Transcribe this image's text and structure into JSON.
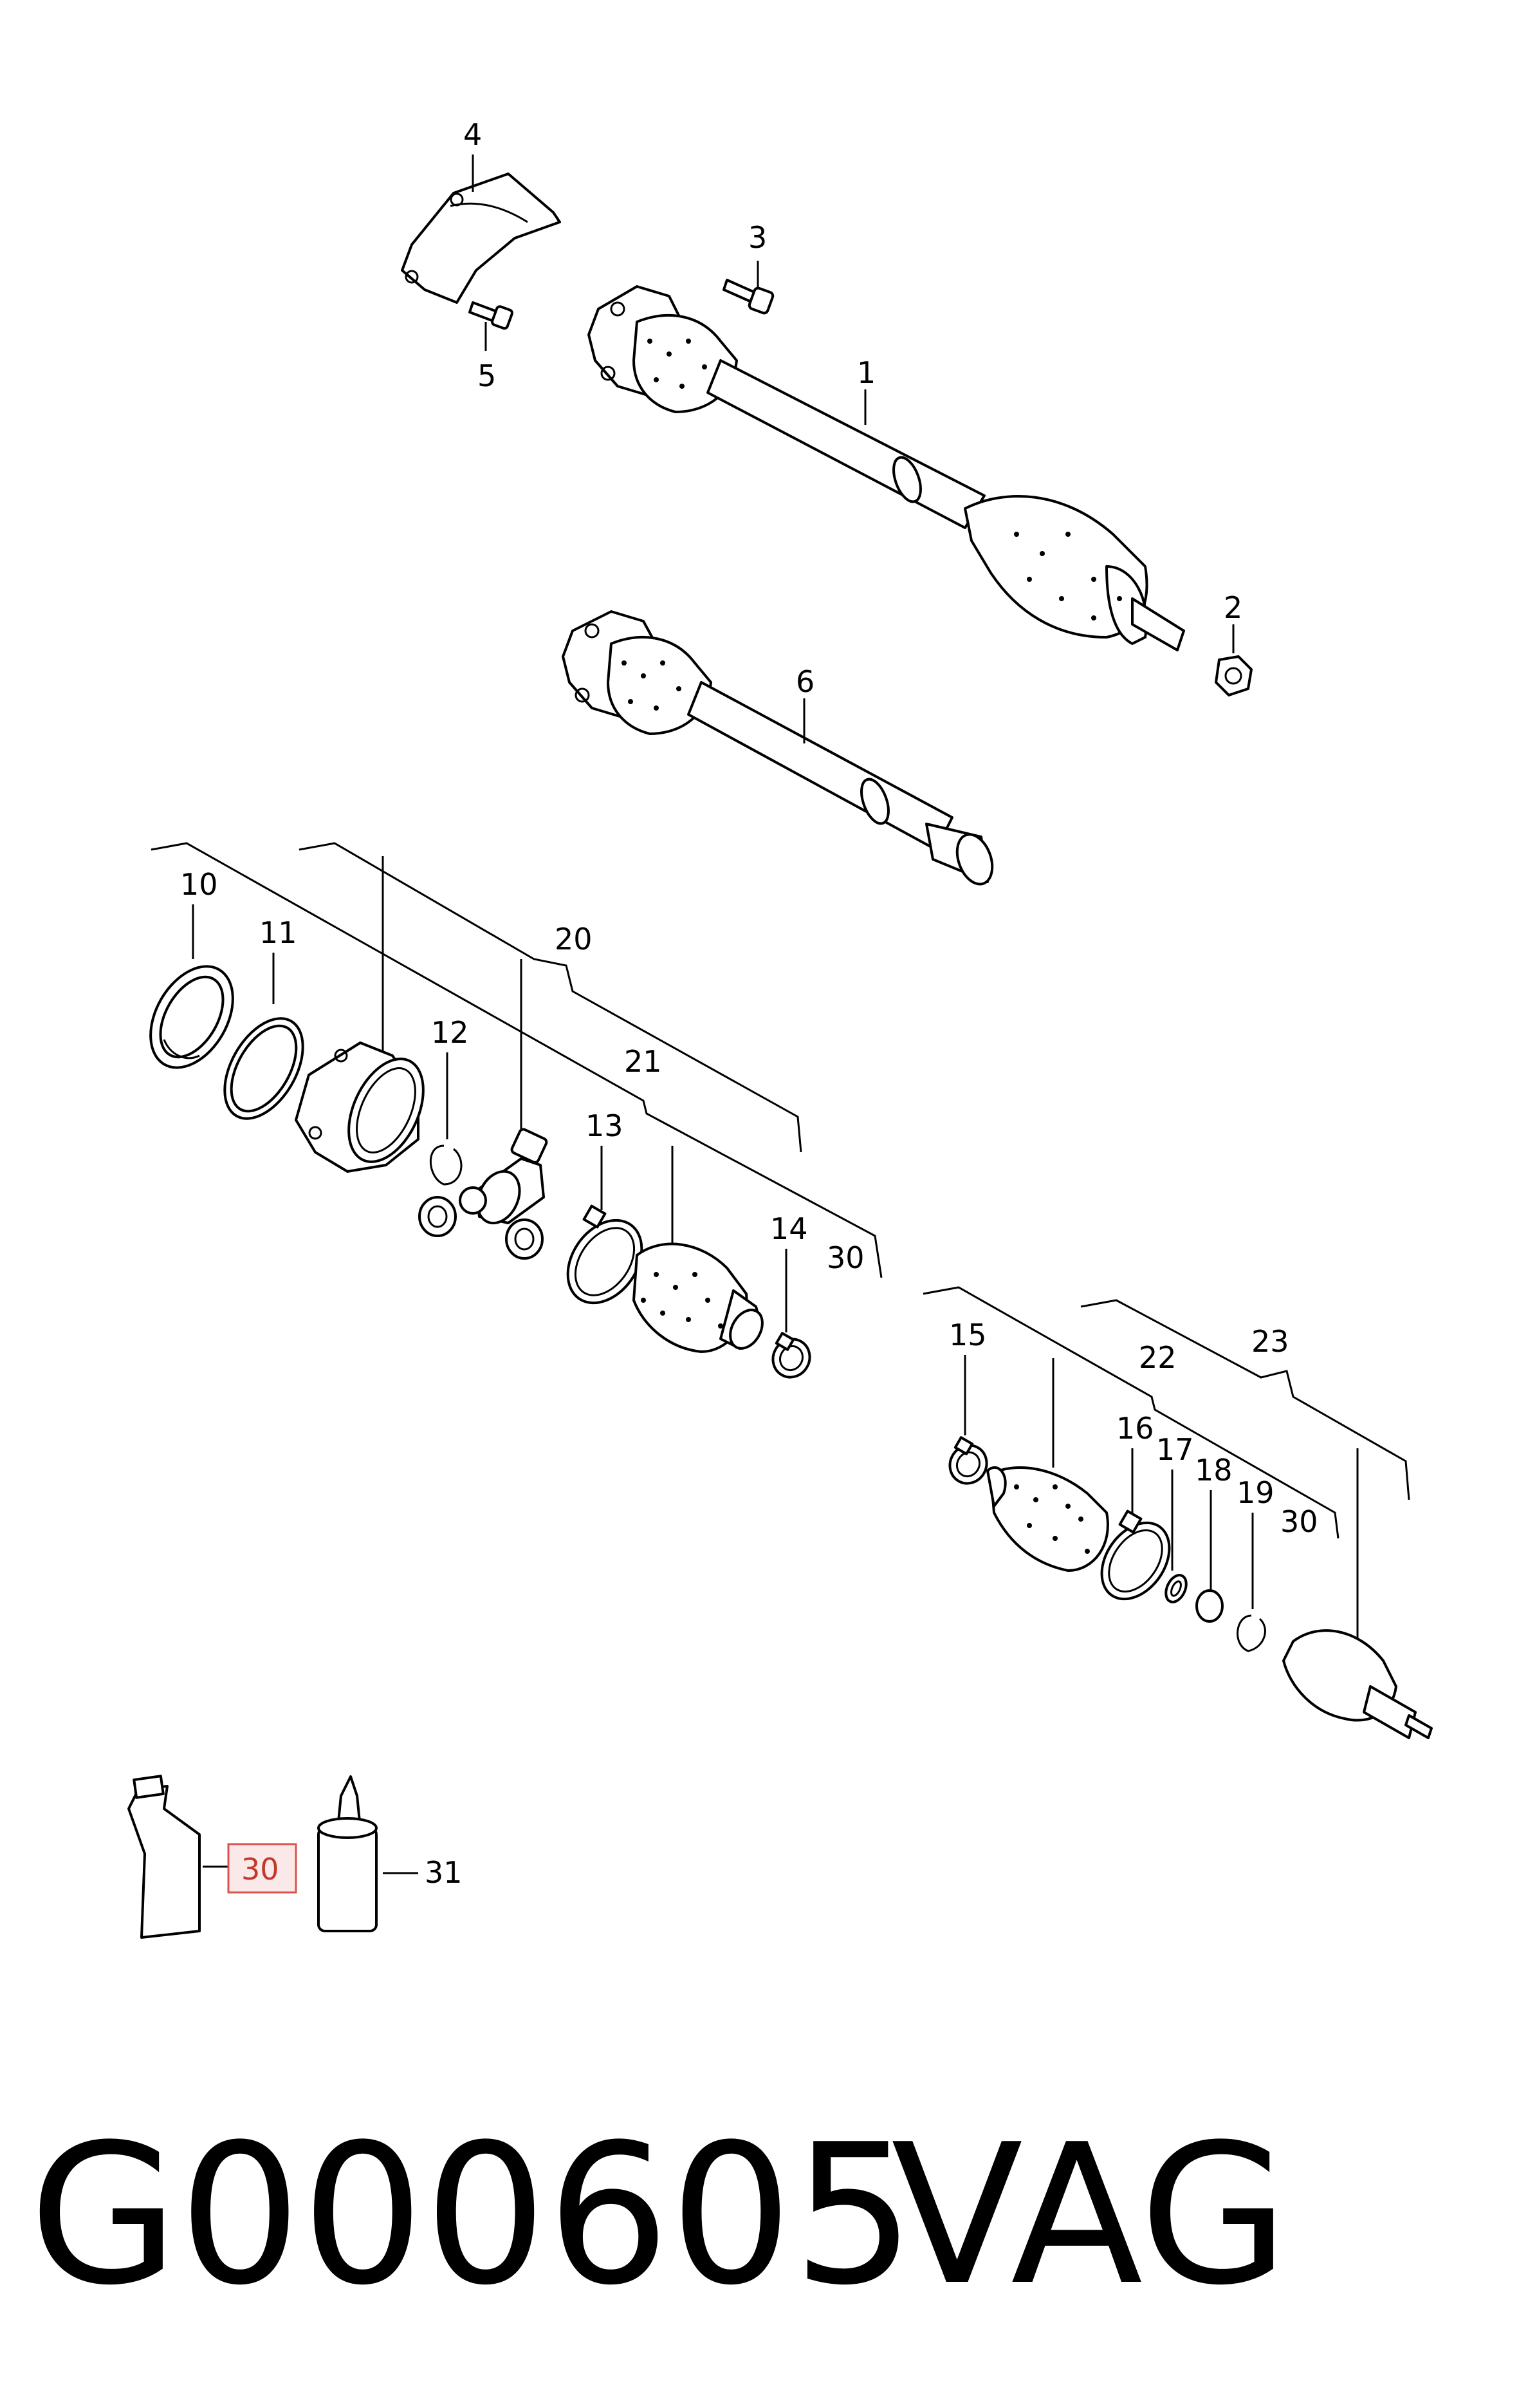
{
  "callouts": {
    "c1": "1",
    "c2": "2",
    "c3": "3",
    "c4": "4",
    "c5": "5",
    "c6": "6",
    "c10": "10",
    "c11": "11",
    "c12": "12",
    "c13": "13",
    "c14": "14",
    "c15": "15",
    "c16": "16",
    "c17": "17",
    "c18": "18",
    "c19": "19",
    "c20": "20",
    "c21": "21",
    "c22": "22",
    "c23": "23",
    "c30a": "30",
    "c30b": "30",
    "c30c": "30",
    "c31": "31"
  },
  "caption": {
    "part_number": "G000605",
    "brand": "VAG"
  },
  "colors": {
    "highlight_box": "#d9534f",
    "highlight_fill": "#fbe9e9",
    "highlight_text": "#c0392b"
  }
}
